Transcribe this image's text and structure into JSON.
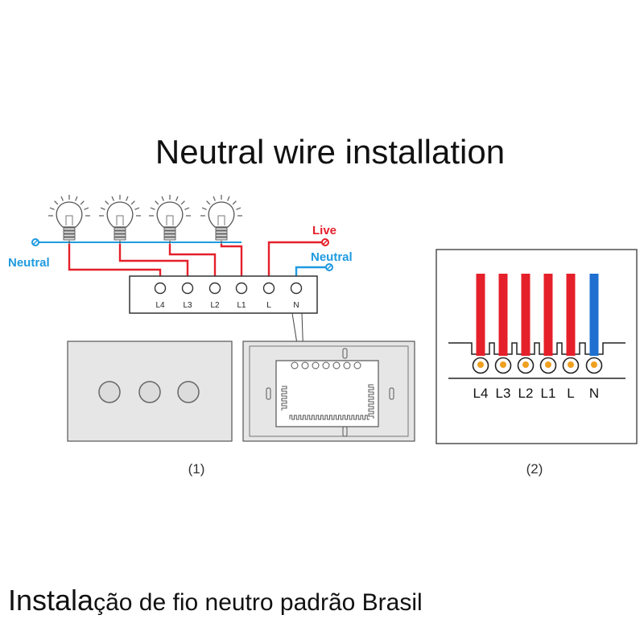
{
  "title": "Neutral wire installation",
  "caption_large": "Instala",
  "caption_rest": "ção de fio neutro padrão Brasil",
  "labels": {
    "live": "Live",
    "neutral_left": "Neutral",
    "neutral_right": "Neutral",
    "figure_1": "(1)",
    "figure_2": "(2)"
  },
  "terminals": [
    "L4",
    "L3",
    "L2",
    "L1",
    "L",
    "N"
  ],
  "terminals_detail": [
    "L4",
    "L3",
    "L2",
    "L1",
    "L",
    "N"
  ],
  "bulb_count": 4,
  "button_count": 3,
  "colors": {
    "live": "#e5202a",
    "neutral": "#1f9ae0",
    "neutral_wire_detail": "#1e6fd0",
    "outline": "#333333",
    "panel_fill": "#e6e6e6",
    "pin": "#f0a020"
  },
  "icons": {
    "bulb": "light-bulb-icon",
    "touch_button": "touch-button-icon",
    "connector": "wire-end-connector-icon"
  }
}
